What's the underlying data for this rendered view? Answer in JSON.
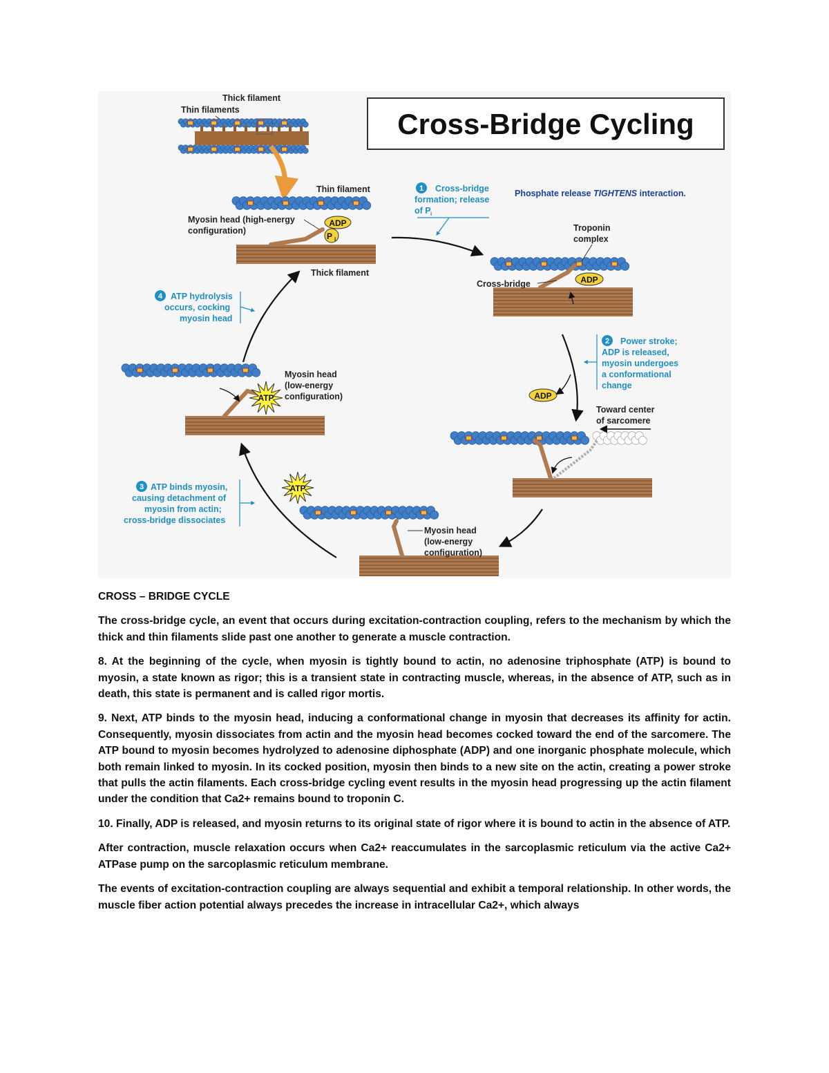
{
  "figure": {
    "title": "Cross-Bridge Cycling",
    "thick_filament_top": "Thick filament",
    "thin_filaments_top": "Thin filaments",
    "thin_filament": "Thin filament",
    "thick_filament": "Thick filament",
    "myosin_head_high": [
      "Myosin head (high-energy",
      "configuration)"
    ],
    "adp": "ADP",
    "pi": "P",
    "pi_sub": "i",
    "atp": "ATP",
    "step1": {
      "num": "1",
      "lines": [
        "Cross-bridge",
        "formation; release",
        "of P"
      ],
      "sub": "i"
    },
    "phosphate_note_pre": "Phosphate release ",
    "phosphate_note_em": "TIGHTENS",
    "phosphate_note_post": " interaction.",
    "troponin": [
      "Troponin",
      "complex"
    ],
    "cross_bridge": "Cross-bridge",
    "step2": {
      "num": "2",
      "lines": [
        "Power stroke;",
        "ADP is released,",
        "myosin undergoes",
        "a conformational",
        "change"
      ]
    },
    "toward_center": [
      "Toward center",
      "of sarcomere"
    ],
    "step3": {
      "num": "3",
      "lines": [
        "ATP binds myosin,",
        "causing detachment of",
        "myosin from actin;",
        "cross-bridge dissociates"
      ]
    },
    "step4": {
      "num": "4",
      "lines": [
        "ATP hydrolysis",
        "occurs, cocking",
        "myosin head"
      ]
    },
    "myosin_head_low_left": [
      "Myosin head",
      "(low-energy",
      "configuration)"
    ],
    "myosin_head_low_bottom": [
      "Myosin head",
      "(low-energy",
      "configuration)"
    ]
  },
  "text": {
    "heading": "CROSS –  BRIDGE CYCLE",
    "paragraphs": [
      "The cross-bridge cycle, an event that occurs during excitation-contraction coupling, refers to the mechanism by which the thick and thin filaments slide past one another to generate a muscle contraction.",
      "8. At the beginning of the cycle, when myosin is tightly bound to actin, no adenosine triphosphate (ATP) is bound to myosin, a state known as rigor; this is a transient state in contracting muscle, whereas, in the absence of ATP, such as in death, this state is permanent and is called rigor mortis.",
      "9. Next, ATP binds to the myosin head, inducing a conformational change in myosin that decreases its affinity for actin. Consequently, myosin dissociates from actin and the myosin head becomes cocked toward the end of the sarcomere. The ATP bound to myosin becomes hydrolyzed to adenosine diphosphate (ADP) and one inorganic phosphate molecule, which both remain linked to myosin. In its cocked position, myosin then binds to a new site on the actin, creating a power stroke that pulls the actin filaments. Each cross-bridge cycling event results in the myosin head progressing up the actin filament under the condition that Ca2+ remains bound to troponin C.",
      "10. Finally, ADP is released, and myosin returns to its original state of rigor where it is bound to actin in the absence of ATP.",
      "After contraction, muscle relaxation occurs when Ca2+ reaccumulates in the sarcoplasmic reticulum via the active Ca2+ ATPase pump on the sarcoplasmic reticulum membrane.",
      "The events of excitation-contraction coupling are always sequential and exhibit a temporal relationship. In other words, the muscle fiber action potential always precedes the increase in intracellular Ca2+, which always"
    ]
  },
  "colors": {
    "actin": "#3f7fc8",
    "actin_dark": "#2a5d9c",
    "myosin": "#b07a50",
    "adp": "#f2d43a",
    "blue_text": "#1f8fc4",
    "navy_text": "#1b3f9a",
    "arrow_orange": "#e89a3c"
  }
}
